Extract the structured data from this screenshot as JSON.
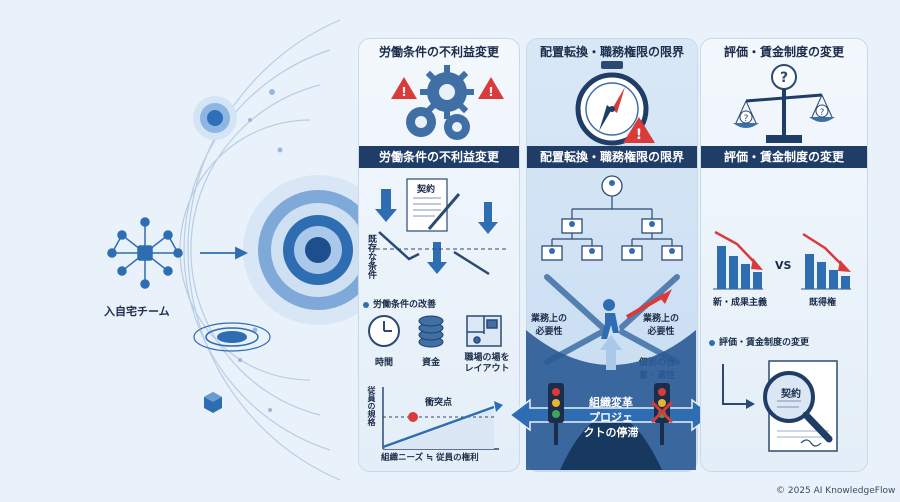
{
  "team_label": "入自宅チーム",
  "panel1": {
    "title": "労働条件の不利益変更",
    "band": "労働条件の不利益変更",
    "contract_label": "契約",
    "existing_conditions": "既存な条件",
    "improvement": "労働条件の改善",
    "icons": [
      "時間",
      "資金",
      "職場の場を\nレイアウト"
    ],
    "collision": "衝突点",
    "y_axis": "従員の規格",
    "x_axis": "組織ニーズ ≒ 従員の権利"
  },
  "panel2": {
    "title": "配置転換・職務権限の限界",
    "band": "配置転換・職務権限の限界",
    "left_label": "業務上の\n必要性",
    "right_label": "業務上の\n必要性",
    "bottom_label": "個別の合\n意・適性",
    "stall": "組織変革\nプロジェ\nクトの停滞"
  },
  "panel3": {
    "title": "評価・賃金制度の変更",
    "band": "評価・賃金制度の変更",
    "left_chart": "新・成果主義",
    "vs": "VS",
    "right_chart": "既得権",
    "section": "評価・賃金制度の変更",
    "contract_label": "契約"
  },
  "copyright": "© 2025 AI KnowledgeFlow"
}
